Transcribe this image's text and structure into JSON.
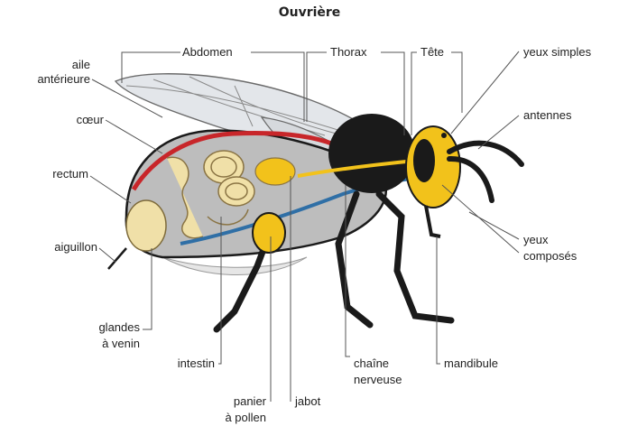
{
  "title": "Ouvrière",
  "labels": {
    "aile": "aile",
    "anterieure": "antérieure",
    "coeur": "cœur",
    "rectum": "rectum",
    "aiguillon": "aiguillon",
    "glandes": "glandes",
    "a_venin": "à venin",
    "intestin": "intestin",
    "panier": "panier",
    "a_pollen": "à pollen",
    "jabot": "jabot",
    "chaine": "chaîne",
    "nerveuse": "nerveuse",
    "mandibule": "mandibule",
    "yeux_simples": "yeux simples",
    "antennes": "antennes",
    "yeux": "yeux",
    "composes": "composés"
  },
  "sections": {
    "abdomen": "Abdomen",
    "thorax": "Thorax",
    "tete": "Tête"
  },
  "colors": {
    "body_black": "#1a1a1a",
    "yellow": "#f2c21b",
    "abdomen_gray": "#bdbdbd",
    "intestine": "#f0e0a8",
    "heart_red": "#c8262a",
    "nerve_blue": "#2f6fa6",
    "wing": "#e3e6ea"
  }
}
